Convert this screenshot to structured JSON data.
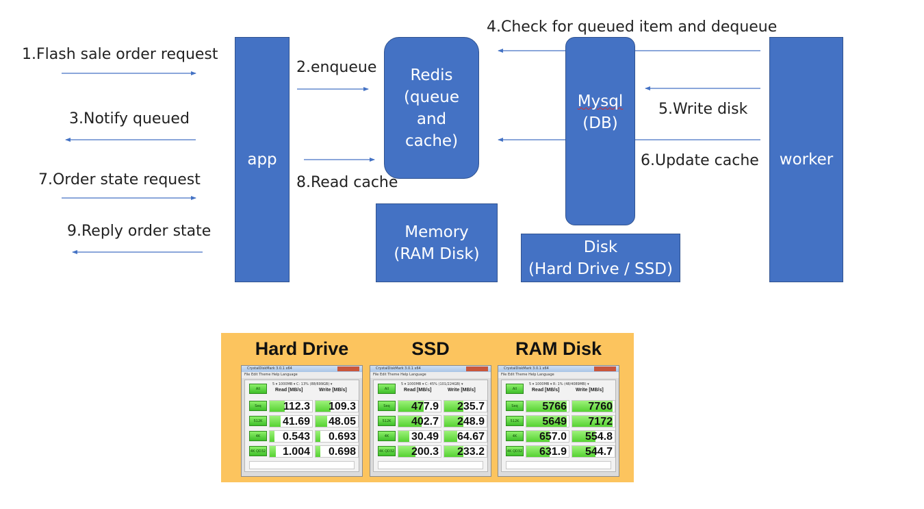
{
  "diagram": {
    "boxes": {
      "app": "app",
      "redis": "Redis\n(queue\nand\ncache)",
      "mysql_name": "Mysql",
      "mysql_sub": "(DB)",
      "worker": "worker",
      "memory": "Memory\n(RAM Disk)",
      "disk": "Disk\n(Hard Drive / SSD)"
    },
    "labels": {
      "step1": "1.Flash sale order request",
      "step2": "2.enqueue",
      "step3": "3.Notify queued",
      "step4": "4.Check for queued item and dequeue",
      "step5": "5.Write disk",
      "step6": "6.Update cache",
      "step7": "7.Order state request",
      "step8": "8.Read cache",
      "step9": "9.Reply order state"
    }
  },
  "benchmark": {
    "row_labels": [
      "Seq",
      "512K",
      "4K",
      "4K QD32"
    ],
    "all_button": "All",
    "read_header": "Read [MB/s]",
    "write_header": "Write [MB/s]",
    "panels": [
      {
        "title": "Hard Drive",
        "window_title": "CrystalDiskMark 3.0.1 x64",
        "menu": "File  Edit  Theme  Help  Language",
        "selector": "5  ▾  1000MB  ▾  C: 13% (88/699GB)  ▾",
        "read": [
          "112.3",
          "41.69",
          "0.543",
          "1.004"
        ],
        "write": [
          "109.3",
          "48.05",
          "0.693",
          "0.698"
        ]
      },
      {
        "title": "SSD",
        "window_title": "CrystalDiskMark 3.0.1 x64",
        "menu": "File  Edit  Theme  Help  Language",
        "selector": "5  ▾  1000MB  ▾  C: 45% (101/224GB)  ▾",
        "read": [
          "477.9",
          "402.7",
          "30.49",
          "200.3"
        ],
        "write": [
          "235.7",
          "248.9",
          "64.67",
          "233.2"
        ]
      },
      {
        "title": "RAM Disk",
        "window_title": "CrystalDiskMark 3.0.1 x64",
        "menu": "File  Edit  Theme  Help  Language",
        "selector": "5  ▾  1000MB  ▾  R: 1% (48/4089MB)  ▾",
        "read": [
          "5766",
          "5649",
          "657.0",
          "631.9"
        ],
        "write": [
          "7760",
          "7172",
          "554.8",
          "544.7"
        ]
      }
    ],
    "bar_fill_fraction": [
      {
        "read": [
          0.35,
          0.25,
          0.12,
          0.15
        ],
        "write": [
          0.35,
          0.28,
          0.12,
          0.12
        ]
      },
      {
        "read": [
          0.6,
          0.55,
          0.25,
          0.4
        ],
        "write": [
          0.45,
          0.45,
          0.3,
          0.45
        ]
      },
      {
        "read": [
          0.95,
          0.95,
          0.55,
          0.55
        ],
        "write": [
          0.95,
          0.95,
          0.55,
          0.55
        ]
      }
    ],
    "colors": {
      "panel_bg": "#fcc45e",
      "bar_green": "#56d232"
    }
  },
  "colors": {
    "box_fill": "#4472c4",
    "arrow": "#4472c4"
  }
}
